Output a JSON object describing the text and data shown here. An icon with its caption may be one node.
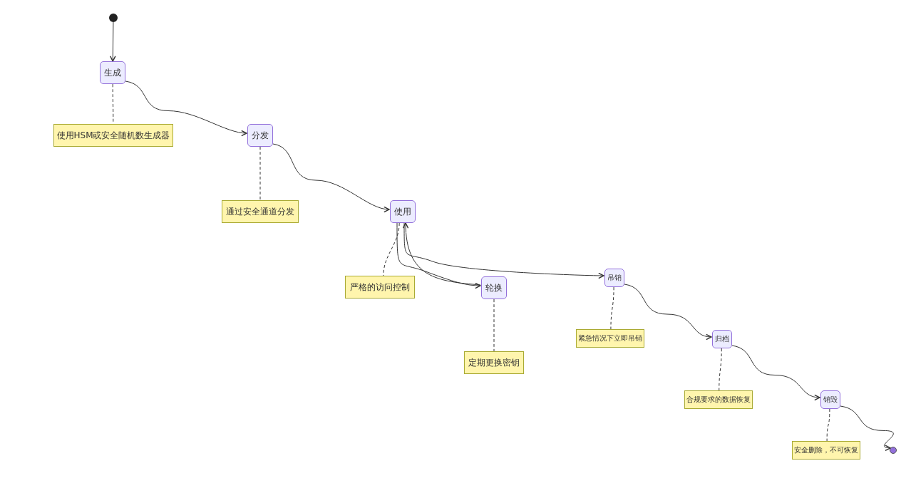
{
  "diagram": {
    "nodes": [
      {
        "text": [],
        "shape": "circle"
      },
      {
        "text": [
          "生成"
        ]
      },
      {
        "text": [
          "使用HSM或安全随机数生成器"
        ]
      },
      {
        "text": [
          "分发"
        ]
      },
      {
        "text": [
          "通过安全通道分发"
        ]
      },
      {
        "text": [
          "使用"
        ]
      },
      {
        "text": [
          "严格的访问控制"
        ]
      },
      {
        "text": [
          "轮换"
        ]
      },
      {
        "text": [
          "定期更换密钥"
        ]
      },
      {
        "text": [
          "吊销"
        ]
      },
      {
        "text": [
          "紧急情况下立即吊销"
        ]
      },
      {
        "text": [
          "归档"
        ]
      },
      {
        "text": [
          "合规要求的数据恢复"
        ]
      },
      {
        "text": [
          "销毁"
        ]
      },
      {
        "text": [
          "安全删除，不可恢复"
        ]
      },
      {
        "text": [],
        "shape": "circle"
      }
    ],
    "edges": [
      {
        "from": 0,
        "to": 1,
        "arrow": "to"
      },
      {
        "from": 1,
        "to": 2,
        "arrow": "none",
        "style": "dashed"
      },
      {
        "from": 1,
        "to": 3,
        "arrow": "to"
      },
      {
        "from": 3,
        "to": 4,
        "arrow": "none",
        "style": "dashed"
      },
      {
        "from": 3,
        "to": 5,
        "arrow": "to"
      },
      {
        "from": 5,
        "to": 6,
        "arrow": "none",
        "style": "dashed"
      },
      {
        "from": 5,
        "to": 7,
        "arrow": "to"
      },
      {
        "from": 7,
        "to": 5,
        "arrow": "to"
      },
      {
        "from": 5,
        "to": 9,
        "arrow": "to"
      },
      {
        "from": 7,
        "to": 8,
        "arrow": "none",
        "style": "dashed"
      },
      {
        "from": 9,
        "to": 10,
        "arrow": "none",
        "style": "dashed"
      },
      {
        "from": 9,
        "to": 11,
        "arrow": "to"
      },
      {
        "from": 11,
        "to": 12,
        "arrow": "none",
        "style": "dashed"
      },
      {
        "from": 11,
        "to": 13,
        "arrow": "to"
      },
      {
        "from": 13,
        "to": 14,
        "arrow": "none",
        "style": "dashed"
      },
      {
        "from": 13,
        "to": 15,
        "arrow": "to"
      }
    ]
  }
}
